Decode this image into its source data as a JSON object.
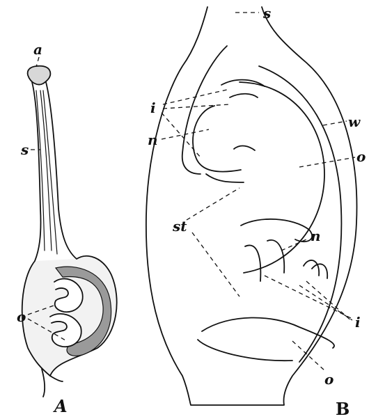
{
  "figure_a": {
    "caption": "A",
    "labels": {
      "apex": "a",
      "stalk": "s",
      "ovules": "o"
    }
  },
  "figure_b": {
    "caption": "B",
    "labels": {
      "stalk": "s",
      "integuments": "i",
      "nucellus_upper": "n",
      "wall": "w",
      "ovary_cavity": "o",
      "stalk_tissue": "st",
      "nucellus_lower": "n",
      "integuments_lower": "i",
      "ovule_lower": "o"
    }
  }
}
